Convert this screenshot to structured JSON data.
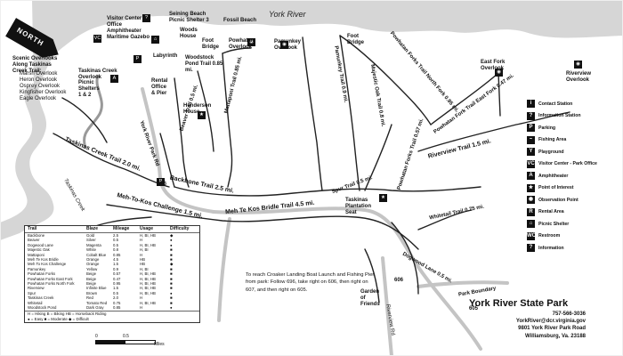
{
  "river_label": "York River",
  "north_label": "NORTH",
  "park_name": "York River State Park",
  "contact": {
    "phone": "757-566-3036",
    "email": "YorkRiver@dcr.virginia.gov",
    "address1": "9801 York River Park Road",
    "address2": "Williamsburg, Va. 23188"
  },
  "note": "To reach Croaker Landing Boat Launch and Fishing Pier from park: Follow 696, take right on 606, then right on 607, and then right on 605.",
  "map_labels": {
    "scenic_title": "Scenic Overlooks Along Taskinas Creek Trail:",
    "scenic_items": [
      "Marsh Overlook",
      "Heron Overlook",
      "Osprey Overlook",
      "Kingfisher Overlook",
      "Eagle Overlook"
    ],
    "visitor_center": "Visitor Center - Office Amphitheater Maritime Gazebo",
    "seining_beach": "Seining Beach Picnic Shelter 3",
    "fossil_beach": "Fossil Beach",
    "woods_house": "Woods House",
    "foot_bridge_1": "Foot Bridge",
    "powhatan_overlook": "Powhatan Overlook",
    "pamunkey_overlook": "Pamunkey Overlook",
    "foot_bridge_2": "Foot Bridge",
    "labyrinth": "Labyrinth",
    "woodstock_pond": "Woodstock Pond Trail 0.85 mi.",
    "taskinas_creek_overlook": "Taskinas Creek Overlook",
    "picnic_shelters": "Picnic Shelters 1 & 2",
    "rental_office": "Rental Office & Pier",
    "henderson_house": "Henderson House",
    "east_fork_overlook": "East Fork Overlook",
    "riverview_overlook": "Riverview Overlook",
    "taskinas_plantation": "Taskinas Plantation Seat",
    "garden_of_friends": "Garden of Friends",
    "park_boundary": "Park Boundary",
    "taskinas_creek_side": "Taskinas Creek",
    "riverview_road": "Riverview Rd",
    "route_606": "606",
    "route_605": "605",
    "route_696": "696"
  },
  "trails_on_map": {
    "beaver": "Beaver Trail 0.5 mi.",
    "mattaponi": "Mattaponi Trail 0.85 mi.",
    "pamunkey": "Pamunkey Trail 0.9 mi.",
    "majestic_oak": "Majestic Oak Trail 0.8 mi.",
    "powhatan_north": "Powhatan Forks Trail North Fork 0.95 mi.",
    "powhatan_east": "Powhatan Fork Trail East Fork 0.47 mi.",
    "riverview": "Riverview Trail 1.5 mi.",
    "spur": "Spur Trail 0.5 mi.",
    "powhatan_forks": "Powhatan Forks Trail 0.57 mi.",
    "backbone": "Backbone Trail 2.5 mi.",
    "meh_te_kos_bridle": "Meh Te Kos Bridle Trail 4.5 mi.",
    "meh_to_kos": "Meh-To-Kos Challenge 1.5 mi.",
    "taskinas_creek": "Taskinas Creek Trail 2.0 mi.",
    "whitetail": "Whitetail Trail 0.75 mi.",
    "dogwood_lane": "Dogwood Lane 0.5 mi.",
    "york_river_park_rd": "York River Park Rd"
  },
  "trail_table": {
    "headers": [
      "Trail",
      "Blaze",
      "Mileage",
      "Usage",
      "Difficulty"
    ],
    "rows": [
      [
        "Backbone",
        "Gold",
        "2.5",
        "H, BI, HB",
        "◆"
      ],
      [
        "Beaver",
        "Silver",
        "0.5",
        "H",
        "●"
      ],
      [
        "Dogwood Lane",
        "Magenta",
        "0.5",
        "H, BI, HB",
        "●"
      ],
      [
        "Majestic Oak",
        "White",
        "0.8",
        "H, BI",
        "■"
      ],
      [
        "Mattaponi",
        "Cobalt Blue",
        "0.85",
        "H",
        "■"
      ],
      [
        "Meh Te Kos Bridle",
        "Orange",
        "4.5",
        "HB",
        "■"
      ],
      [
        "Meh To Kos Challenge",
        "Orange",
        "1.5",
        "HB",
        "◆"
      ],
      [
        "Pamunkey",
        "Yellow",
        "0.9",
        "H, BI",
        "■"
      ],
      [
        "Powhatan Forks",
        "Beige",
        "0.57",
        "H, BI, HB",
        "■"
      ],
      [
        "Powhatan Forks East Fork",
        "Beige",
        "0.47",
        "H, BI, HB",
        "■"
      ],
      [
        "Powhatan Forks North Fork",
        "Beige",
        "0.95",
        "H, BI, HB",
        "■"
      ],
      [
        "Riverview",
        "Infinite Blue",
        "1.5",
        "H, BI, HB",
        "■"
      ],
      [
        "Spur",
        "Brown",
        "0.5",
        "H, BI, HB",
        "●"
      ],
      [
        "Taskinas Creek",
        "Red",
        "2.0",
        "H",
        "■"
      ],
      [
        "Whitetail",
        "Tomato Red",
        "0.75",
        "H, BI, HB",
        "■"
      ],
      [
        "Woodstock Pond",
        "Dark Gray",
        "0.85",
        "H",
        "●"
      ]
    ],
    "key_usage": "H = Hiking   B = Biking   HB = Horseback Riding",
    "key_difficulty": "● = Easy   ■ = Moderate   ◆ = Difficult"
  },
  "scale": {
    "zero": "0",
    "half": "0.5",
    "unit": "Miles"
  },
  "legend": [
    {
      "icon": "i",
      "label": "Contact Station",
      "name": "contact-station-icon"
    },
    {
      "icon": "?",
      "label": "Information Station",
      "name": "information-station-icon"
    },
    {
      "icon": "P",
      "label": "Parking",
      "name": "parking-icon"
    },
    {
      "icon": "~",
      "label": "Fishing Area",
      "name": "fishing-icon"
    },
    {
      "icon": "Y",
      "label": "Playground",
      "name": "playground-icon"
    },
    {
      "icon": "VC",
      "label": "Visitor Center - Park Office",
      "name": "visitor-center-icon"
    },
    {
      "icon": "A",
      "label": "Amphitheater",
      "name": "amphitheater-icon"
    },
    {
      "icon": "★",
      "label": "Point of Interest",
      "name": "point-of-interest-icon"
    },
    {
      "icon": "◉",
      "label": "Observation Point",
      "name": "observation-point-icon"
    },
    {
      "icon": "R",
      "label": "Rental Area",
      "name": "rental-area-icon"
    },
    {
      "icon": "⌂",
      "label": "Picnic Shelter",
      "name": "picnic-shelter-icon"
    },
    {
      "icon": "WC",
      "label": "Restroom",
      "name": "restroom-icon"
    },
    {
      "icon": "?",
      "label": "Information",
      "name": "information-icon"
    }
  ],
  "colors": {
    "water": "#cfcfcf",
    "trail": "#222222",
    "road": "#bbbbbb"
  }
}
